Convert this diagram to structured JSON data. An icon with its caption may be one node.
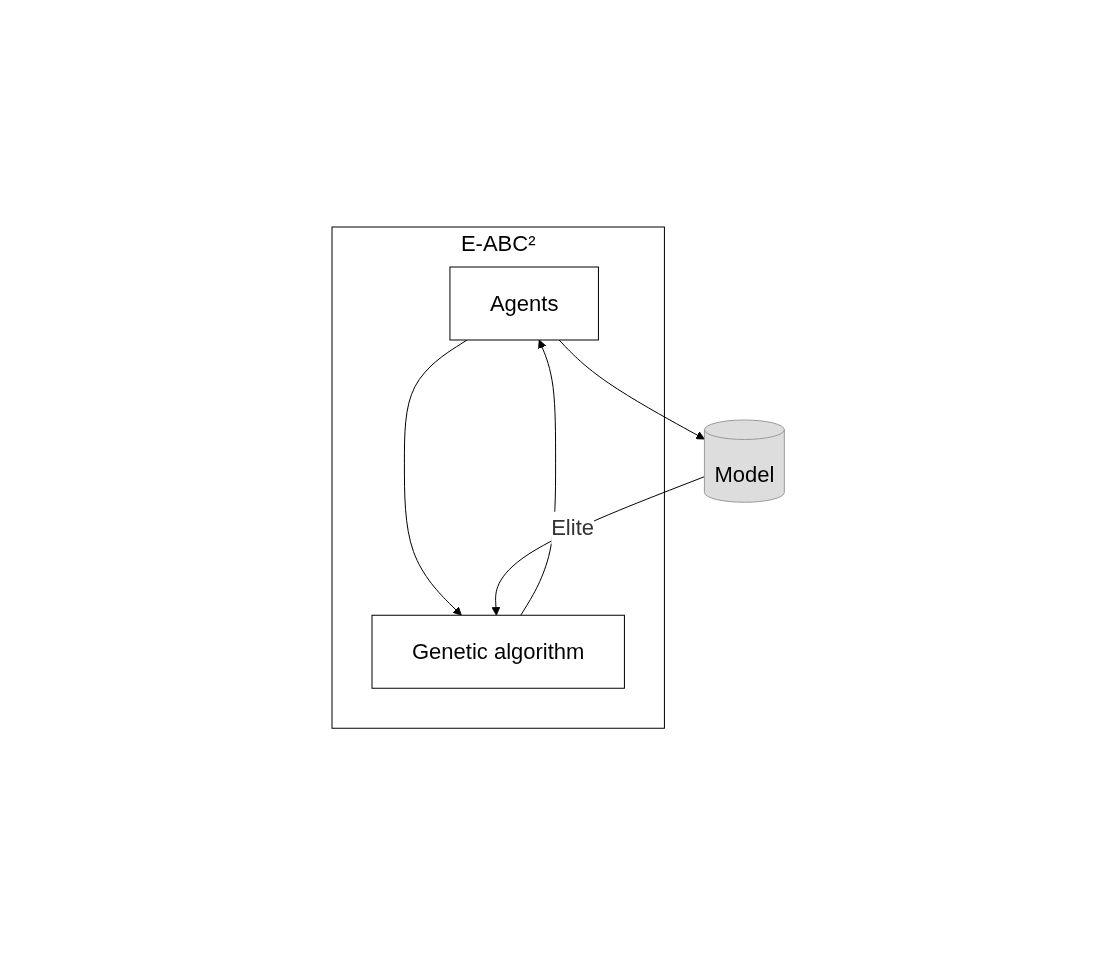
{
  "diagram": {
    "nodes": [
      {
        "text": [
          "E-ABC²"
        ]
      },
      {
        "text": [
          "Agents"
        ],
        "in": 0
      },
      {
        "text": [
          "Genetic algorithm"
        ],
        "in": 0
      },
      {
        "text": [
          "Model"
        ]
      }
    ],
    "edges": [
      {
        "from": 2,
        "to": 1,
        "arrow": "to"
      },
      {
        "from": 1,
        "to": 2,
        "arrow": "to"
      },
      {
        "from": 1,
        "to": 3,
        "arrow": "to"
      },
      {
        "from": 3,
        "to": 2,
        "label": "Elite",
        "arrow": "to"
      }
    ]
  }
}
